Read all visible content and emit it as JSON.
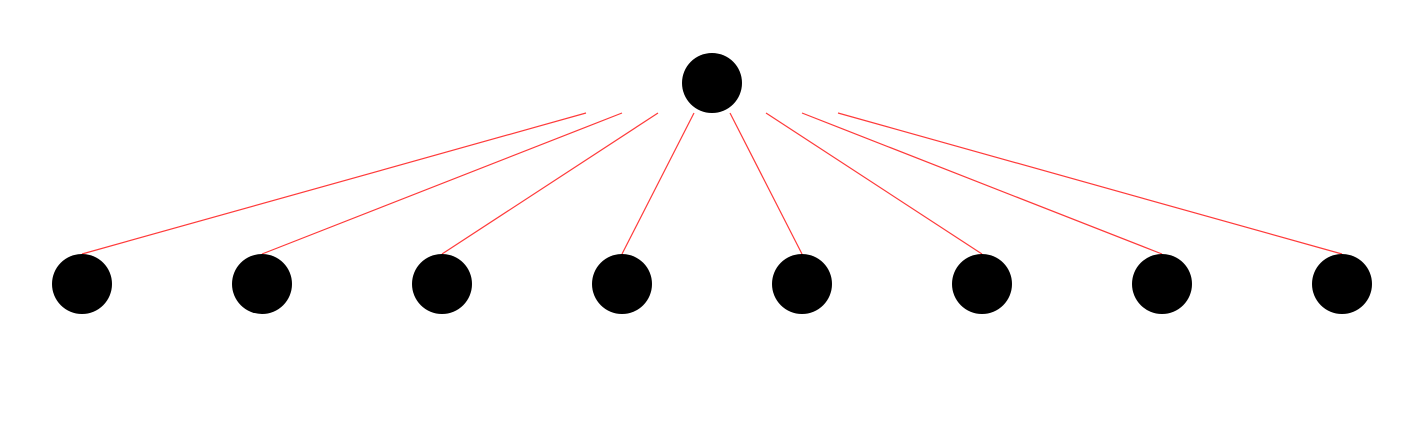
{
  "diagram": {
    "type": "tree",
    "node_color": "#000000",
    "edge_color": "#ff3b3b",
    "background": "#ffffff",
    "root": {
      "id": "root",
      "label": ""
    },
    "children": [
      {
        "id": "child-1",
        "label": ""
      },
      {
        "id": "child-2",
        "label": ""
      },
      {
        "id": "child-3",
        "label": ""
      },
      {
        "id": "child-4",
        "label": ""
      },
      {
        "id": "child-5",
        "label": ""
      },
      {
        "id": "child-6",
        "label": ""
      },
      {
        "id": "child-7",
        "label": ""
      },
      {
        "id": "child-8",
        "label": ""
      }
    ],
    "edges": [
      {
        "from": "root",
        "to": "child-1"
      },
      {
        "from": "root",
        "to": "child-2"
      },
      {
        "from": "root",
        "to": "child-3"
      },
      {
        "from": "root",
        "to": "child-4"
      },
      {
        "from": "root",
        "to": "child-5"
      },
      {
        "from": "root",
        "to": "child-6"
      },
      {
        "from": "root",
        "to": "child-7"
      },
      {
        "from": "root",
        "to": "child-8"
      }
    ]
  }
}
